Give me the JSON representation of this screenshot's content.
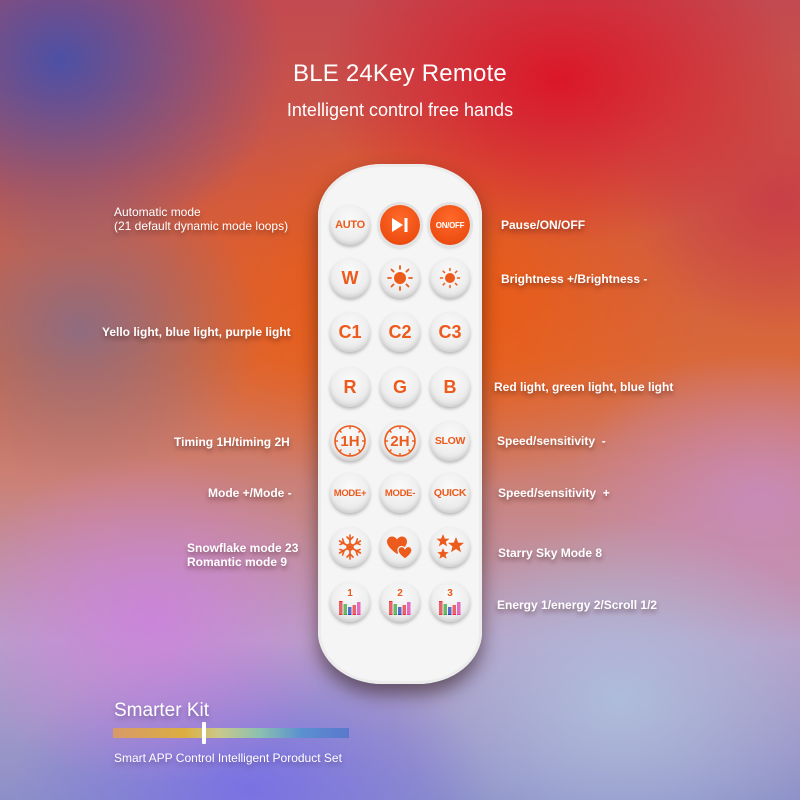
{
  "header": {
    "title": "BLE 24Key Remote",
    "subtitle": "Intelligent control free hands"
  },
  "remote": {
    "buttons": [
      {
        "row": 1,
        "col": 1,
        "label": "AUTO",
        "style": "text"
      },
      {
        "row": 1,
        "col": 2,
        "label": "",
        "icon": "play-pause-icon",
        "style": "solid"
      },
      {
        "row": 1,
        "col": 3,
        "label": "ON/OFF",
        "style": "solid"
      },
      {
        "row": 2,
        "col": 1,
        "label": "W",
        "style": "text"
      },
      {
        "row": 2,
        "col": 2,
        "label": "",
        "icon": "brightness-up-icon",
        "style": "icon"
      },
      {
        "row": 2,
        "col": 3,
        "label": "",
        "icon": "brightness-down-icon",
        "style": "icon"
      },
      {
        "row": 3,
        "col": 1,
        "label": "C1",
        "style": "text"
      },
      {
        "row": 3,
        "col": 2,
        "label": "C2",
        "style": "text"
      },
      {
        "row": 3,
        "col": 3,
        "label": "C3",
        "style": "text"
      },
      {
        "row": 4,
        "col": 1,
        "label": "R",
        "style": "text"
      },
      {
        "row": 4,
        "col": 2,
        "label": "G",
        "style": "text"
      },
      {
        "row": 4,
        "col": 3,
        "label": "B",
        "style": "text"
      },
      {
        "row": 5,
        "col": 1,
        "label": "1H",
        "icon": "timer-dial-icon",
        "style": "dial"
      },
      {
        "row": 5,
        "col": 2,
        "label": "2H",
        "icon": "timer-dial-icon",
        "style": "dial"
      },
      {
        "row": 5,
        "col": 3,
        "label": "SLOW",
        "style": "text"
      },
      {
        "row": 6,
        "col": 1,
        "label": "MODE+",
        "style": "text"
      },
      {
        "row": 6,
        "col": 2,
        "label": "MODE-",
        "style": "text"
      },
      {
        "row": 6,
        "col": 3,
        "label": "QUICK",
        "style": "text"
      },
      {
        "row": 7,
        "col": 1,
        "label": "",
        "icon": "snowflake-icon",
        "style": "icon"
      },
      {
        "row": 7,
        "col": 2,
        "label": "",
        "icon": "hearts-icon",
        "style": "icon"
      },
      {
        "row": 7,
        "col": 3,
        "label": "",
        "icon": "stars-icon",
        "style": "icon"
      },
      {
        "row": 8,
        "col": 1,
        "label": "1",
        "icon": "equalizer-icon",
        "style": "eq"
      },
      {
        "row": 8,
        "col": 2,
        "label": "2",
        "icon": "equalizer-icon",
        "style": "eq"
      },
      {
        "row": 8,
        "col": 3,
        "label": "3",
        "icon": "equalizer-icon",
        "style": "eq"
      }
    ]
  },
  "annotations": {
    "left": {
      "auto_line1": "Automatic mode",
      "auto_line2": "(21 default dynamic mode loops)",
      "colors": "Yello light, blue light, purple light",
      "timing": "Timing 1H/timing 2H",
      "mode": "Mode +/Mode -",
      "snowflake": "Snowflake mode 23",
      "romantic": "Romantic mode 9"
    },
    "right": {
      "power": "Pause/ON/OFF",
      "brightness": "Brightness +/Brightness -",
      "rgb": "Red light, green light, blue light",
      "speed_down": "Speed/sensitivity  -",
      "speed_up": "Speed/sensitivity  +",
      "starry": "Starry Sky Mode 8",
      "energy": "Energy 1/energy 2/Scroll 1/2"
    }
  },
  "footer": {
    "kit_title": "Smarter Kit",
    "kit_subtitle": "Smart APP Control Intelligent Poroduct Set"
  },
  "colors": {
    "accent": "#ec5a1c",
    "remote_body": "#f5f5f5",
    "text": "#ffffff"
  }
}
